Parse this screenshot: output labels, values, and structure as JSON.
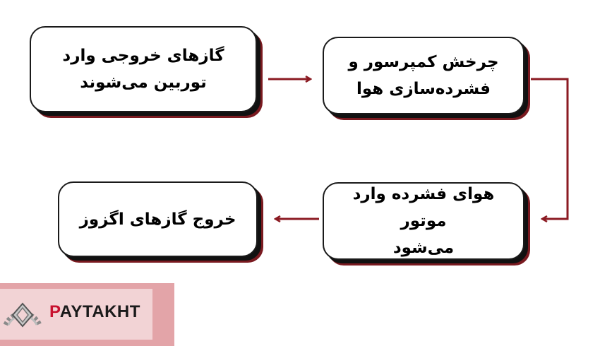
{
  "flow": {
    "steps": [
      {
        "id": "b1",
        "text": "گازهای خروجی وارد\nتوربین می‌شوند"
      },
      {
        "id": "b2",
        "text": "چرخش کمپرسور و\nفشرده‌سازی هوا"
      },
      {
        "id": "b3",
        "text": "هوای فشرده وارد موتور\nمی‌شود"
      },
      {
        "id": "b4",
        "text": "خروج گازهای اگزوز"
      }
    ]
  },
  "colors": {
    "arrow": "#8b1a22",
    "shadow": "#7a1a20",
    "logo_band": "#e3a4a8"
  },
  "logo": {
    "icon": "gear-rhombus-logo-icon",
    "first_letter": "P",
    "rest": "AYTAKHT"
  }
}
